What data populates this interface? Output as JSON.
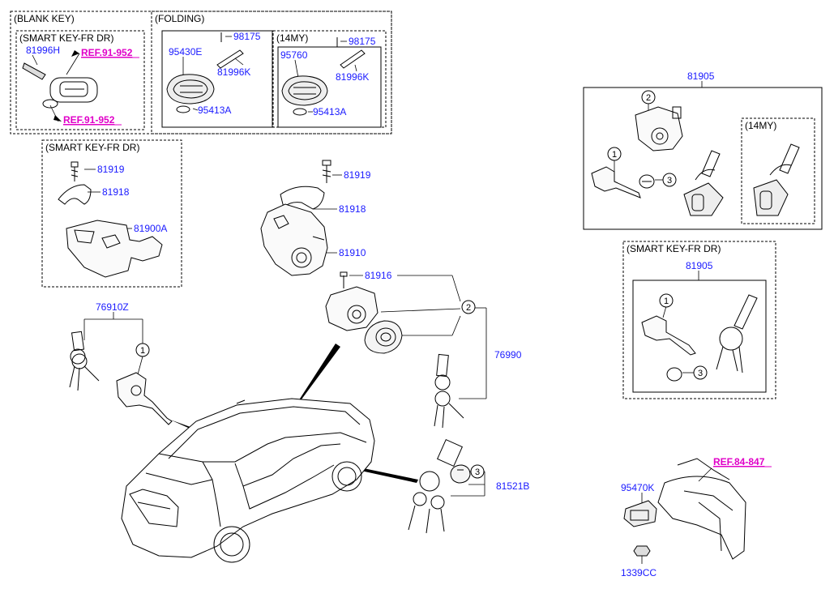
{
  "colors": {
    "part_number": "#1a1aff",
    "reference": "#e000c8",
    "line": "#000000",
    "background": "#ffffff"
  },
  "sections": {
    "blank_key": "(BLANK KEY)",
    "smart_key_blank": "(SMART KEY-FR DR)",
    "folding": "(FOLDING)",
    "my14_folding": "(14MY)",
    "smart_key_left": "(SMART KEY-FR DR)",
    "my14_right": "(14MY)",
    "smart_key_right": "(SMART KEY-FR DR)"
  },
  "parts": {
    "p81996H": "81996H",
    "ref91_952_top": "REF.91-952",
    "ref91_952_bottom": "REF.91-952",
    "p95430E": "95430E",
    "p98175_a": "98175",
    "p81996K_a": "81996K",
    "p95413A_a": "95413A",
    "p95760": "95760",
    "p98175_b": "98175",
    "p81996K_b": "81996K",
    "p95413A_b": "95413A",
    "p81919_left": "81919",
    "p81918_left": "81918",
    "p81900A": "81900A",
    "p81919_center": "81919",
    "p81918_center": "81918",
    "p81910": "81910",
    "p81916": "81916",
    "p76910Z": "76910Z",
    "p76990": "76990",
    "p81521B": "81521B",
    "p81905_top": "81905",
    "p81905_box": "81905",
    "ref84_847": "REF.84-847",
    "p95470K": "95470K",
    "p1339CC": "1339CC"
  },
  "callouts": {
    "c1_top_right": "1",
    "c2_top_right": "2",
    "c3_top_right": "3",
    "c1_smart_right": "1",
    "c3_smart_right": "3",
    "c1_door": "1",
    "c2_center": "2",
    "c3_center": "3"
  },
  "icons": [
    "blank-key-icon",
    "smart-key-fob-icon",
    "folding-key-fob-icon",
    "key-blade-icon",
    "battery-icon",
    "screw-icon",
    "lock-housing-icon",
    "ignition-switch-icon",
    "door-lock-cylinder-icon",
    "trunk-lock-cylinder-icon",
    "key-set-icon",
    "car-outline-icon",
    "immobilizer-antenna-icon",
    "nut-icon"
  ]
}
